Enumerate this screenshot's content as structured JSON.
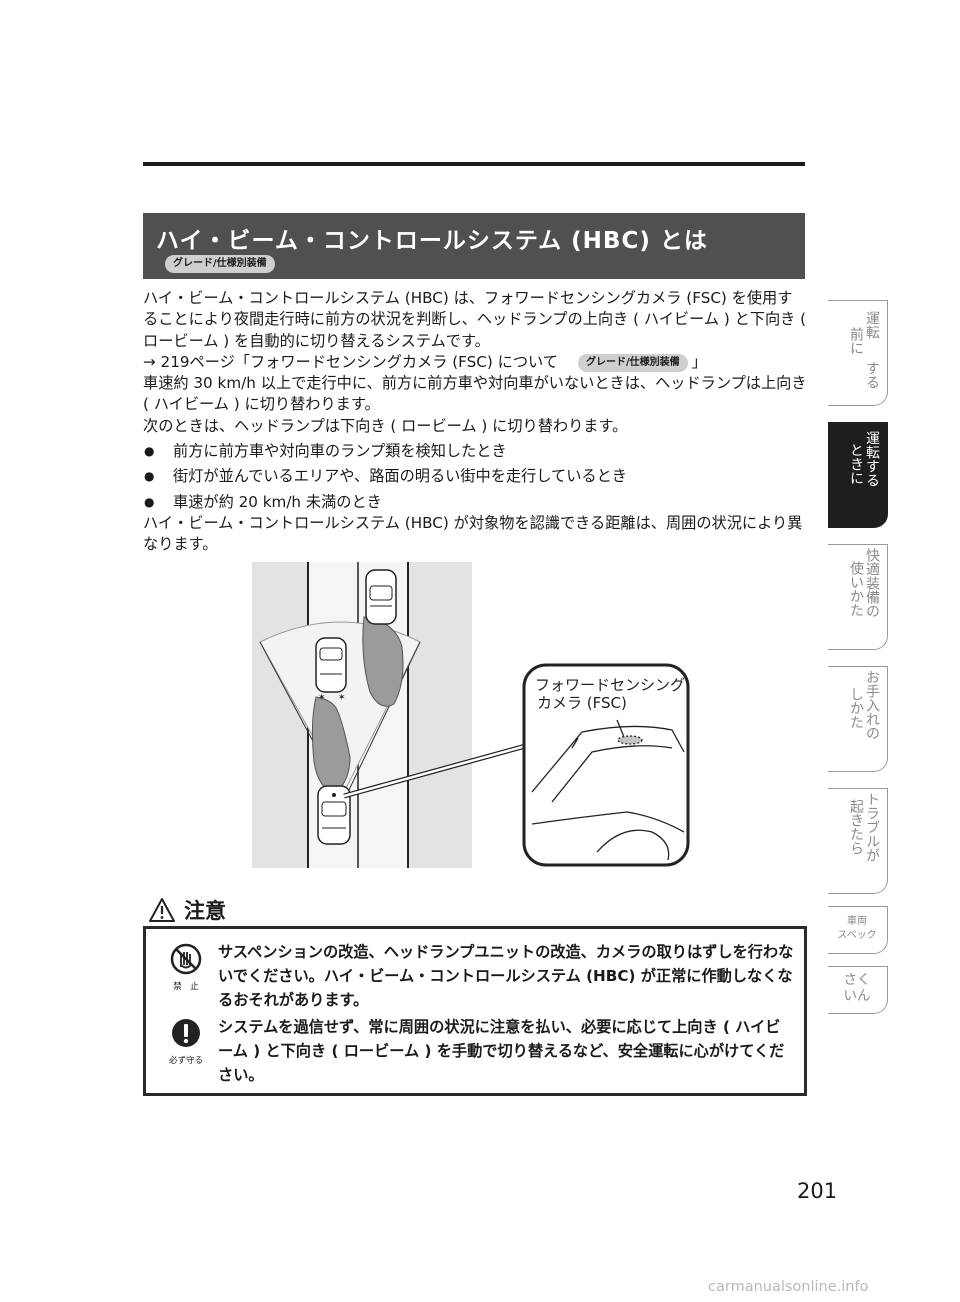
{
  "section": {
    "title": "ハイ・ビーム・コントロールシステム (HBC) とは",
    "badge": "グレード/仕様別装備"
  },
  "body": {
    "intro_1": "ハイ・ビーム・コントロールシステム (HBC) は、フォワードセンシングカメラ (FSC) を使用することにより夜間走行時に前方の状況を判断し、ヘッドランプの上向き ( ハイビーム ) と下向き ( ロービーム ) を自動的に切り替えるシステムです。",
    "reference": "→ 219ページ「フォワードセンシングカメラ (FSC) について",
    "reference_badge": "グレード/仕様別装備",
    "reference_close": "」",
    "condition_high": "車速約 30 km/h 以上で走行中に、前方に前方車や対向車がいないときは、ヘッドランプは上向き ( ハイビーム ) に切り替わります。",
    "condition_low": "次のときは、ヘッドランプは下向き ( ロービーム ) に切り替わります。",
    "bullets": [
      "前方に前方車や対向車のランプ類を検知したとき",
      "街灯が並んでいるエリアや、路面の明るい街中を走行しているとき",
      "車速が約 20 km/h 未満のとき"
    ],
    "range_note": "ハイ・ビーム・コントロールシステム (HBC) が対象物を認識できる距離は、周囲の状況により異なります。"
  },
  "diagram": {
    "callout_line1": "フォワードセンシング",
    "callout_line2": "カメラ (FSC)"
  },
  "caution": {
    "title": "注意",
    "items": [
      {
        "icon": "prohibited-hand-icon",
        "icon_label": "禁　止",
        "text": "サスペンションの改造、ヘッドランプユニットの改造、カメラの取りはずしを行わないでください。ハイ・ビーム・コントロールシステム (HBC) が正常に作動しなくなるおそれがあります。"
      },
      {
        "icon": "mandatory-exclamation-icon",
        "icon_label": "必ず守る",
        "text": "システムを過信せず、常に周囲の状況に注意を払い、必要に応じて上向き ( ハイビーム ) と下向き ( ロービーム ) を手動で切り替えるなど、安全運転に心がけてください。"
      }
    ]
  },
  "nav": {
    "tab1_a": "運転",
    "tab1_b": "前に",
    "tab1_c": "する",
    "tab2_a": "運転する",
    "tab2_b": "ときに",
    "tab3_a": "快適装備の",
    "tab3_b": "使いかた",
    "tab4_a": "お手入れの",
    "tab4_b": "しかた",
    "tab5_a": "トラブルが",
    "tab5_b": "起きたら",
    "tab6_a": "車両",
    "tab6_b": "スペック",
    "tab7_a": "さく",
    "tab7_b": "いん"
  },
  "page_number": "201",
  "watermark": "carmanualsonline.info"
}
